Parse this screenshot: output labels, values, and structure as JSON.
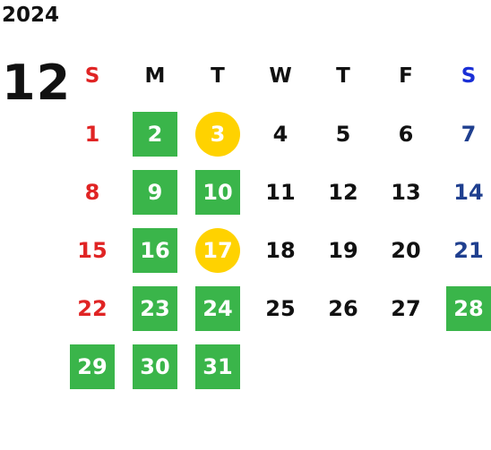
{
  "header": {
    "year": "2024",
    "month": "12"
  },
  "weekdays": [
    "S",
    "M",
    "T",
    "W",
    "T",
    "F",
    "S"
  ],
  "colors": {
    "sunday": "#e02424",
    "saturday": "#1f3f8f",
    "saturday_header": "#1a2fd6",
    "highlight_green": "#3ab54a",
    "highlight_yellow": "#ffd200"
  },
  "weeks": [
    [
      {
        "day": "1",
        "mark": "none"
      },
      {
        "day": "2",
        "mark": "green"
      },
      {
        "day": "3",
        "mark": "yellow"
      },
      {
        "day": "4",
        "mark": "none"
      },
      {
        "day": "5",
        "mark": "none"
      },
      {
        "day": "6",
        "mark": "none"
      },
      {
        "day": "7",
        "mark": "none"
      }
    ],
    [
      {
        "day": "8",
        "mark": "none"
      },
      {
        "day": "9",
        "mark": "green"
      },
      {
        "day": "10",
        "mark": "green"
      },
      {
        "day": "11",
        "mark": "none"
      },
      {
        "day": "12",
        "mark": "none"
      },
      {
        "day": "13",
        "mark": "none"
      },
      {
        "day": "14",
        "mark": "none"
      }
    ],
    [
      {
        "day": "15",
        "mark": "none"
      },
      {
        "day": "16",
        "mark": "green"
      },
      {
        "day": "17",
        "mark": "yellow"
      },
      {
        "day": "18",
        "mark": "none"
      },
      {
        "day": "19",
        "mark": "none"
      },
      {
        "day": "20",
        "mark": "none"
      },
      {
        "day": "21",
        "mark": "none"
      }
    ],
    [
      {
        "day": "22",
        "mark": "none"
      },
      {
        "day": "23",
        "mark": "green"
      },
      {
        "day": "24",
        "mark": "green"
      },
      {
        "day": "25",
        "mark": "none"
      },
      {
        "day": "26",
        "mark": "none"
      },
      {
        "day": "27",
        "mark": "none"
      },
      {
        "day": "28",
        "mark": "green"
      }
    ],
    [
      {
        "day": "29",
        "mark": "green"
      },
      {
        "day": "30",
        "mark": "green"
      },
      {
        "day": "31",
        "mark": "green"
      }
    ]
  ]
}
